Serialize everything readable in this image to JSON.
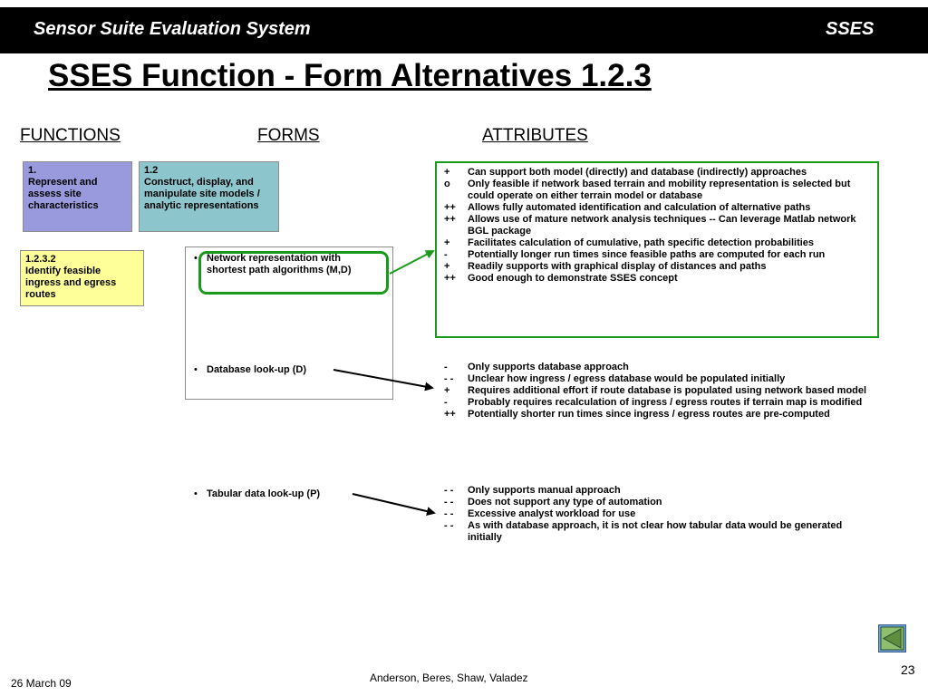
{
  "header": {
    "left": "Sensor Suite Evaluation System",
    "right": "SSES"
  },
  "title": "SSES Function - Form Alternatives 1.2.3",
  "columns": {
    "functions": "FUNCTIONS",
    "forms": "FORMS",
    "attributes": "ATTRIBUTES"
  },
  "boxes": {
    "b1": {
      "num": "1.",
      "text": "Represent and assess site characteristics",
      "color": "#9999dd"
    },
    "b12": {
      "num": "1.2",
      "text": "Construct, display, and manipulate site models / analytic representations",
      "color": "#8cc5cc"
    },
    "b1232": {
      "num": "1.2.3.2",
      "text": "Identify feasible ingress and egress routes",
      "color": "#ffff99"
    }
  },
  "forms": {
    "f1": "Network representation with shortest path algorithms (M,D)",
    "f2": "Database look-up (D)",
    "f3": "Tabular data look-up (P)",
    "bullet": "•"
  },
  "attrs1": [
    {
      "sym": "+",
      "text": "Can support both model (directly) and database (indirectly) approaches"
    },
    {
      "sym": "o",
      "text": "Only feasible if network based terrain and mobility representation is selected but could operate on either terrain model or database"
    },
    {
      "sym": "++",
      "text": "Allows fully automated identification and calculation of alternative paths"
    },
    {
      "sym": "++",
      "text": "Allows use of mature network analysis techniques -- Can leverage Matlab network BGL package"
    },
    {
      "sym": "+",
      "text": "Facilitates calculation of cumulative, path specific detection probabilities"
    },
    {
      "sym": "-",
      "text": "Potentially longer run times since  feasible paths are computed for each run"
    },
    {
      "sym": "+",
      "text": "Readily supports with graphical display of distances and paths"
    },
    {
      "sym": "++",
      "text": "Good enough to demonstrate SSES concept"
    }
  ],
  "attrs2": [
    {
      "sym": "-",
      "text": "Only supports database approach"
    },
    {
      "sym": "- -",
      "text": "Unclear how ingress / egress database would be populated initially"
    },
    {
      "sym": "+",
      "text": "Requires additional effort if route database is populated using network based model"
    },
    {
      "sym": "-",
      "text": "Probably requires recalculation of ingress / egress routes if terrain map is modified"
    },
    {
      "sym": "++",
      "text": "Potentially shorter run times since ingress / egress routes are pre-computed"
    }
  ],
  "attrs3": [
    {
      "sym": "- -",
      "text": "Only supports manual approach"
    },
    {
      "sym": "- -",
      "text": "Does not support any type of automation"
    },
    {
      "sym": "- -",
      "text": "Excessive analyst workload for use"
    },
    {
      "sym": "- -",
      "text": "As with database approach, it is not clear how tabular data would be generated initially"
    }
  ],
  "footer": {
    "date": "26 March 09",
    "authors": "Anderson, Beres, Shaw, Valadez",
    "page": "23"
  },
  "colors": {
    "highlight": "#1a9a1a",
    "nav": "#6b9fd9"
  },
  "icons": {
    "nav": "back-arrow-icon"
  }
}
